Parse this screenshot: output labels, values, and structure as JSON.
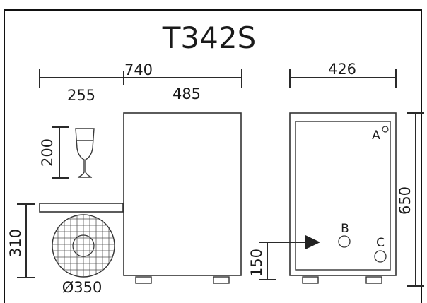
{
  "title": "T342S",
  "dimensions": {
    "total_width": "740",
    "left_part": "255",
    "right_part": "485",
    "depth": "426",
    "glass_height": "200",
    "fan_height": "310",
    "fan_diameter": "Ø350",
    "height": "650",
    "inlet_height": "150"
  },
  "points": {
    "a": "A",
    "b": "B",
    "c": "C"
  }
}
